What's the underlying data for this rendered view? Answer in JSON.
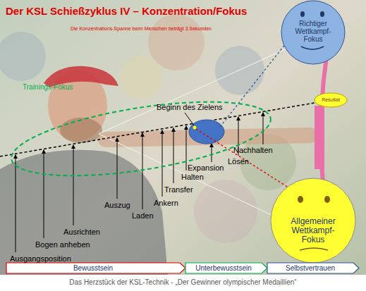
{
  "diagram": {
    "title": "Der KSL Schießzyklus IV – Konzentration/Fokus",
    "caption": "Das Herzstück der KSL-Technik - „Der Gewinner olympischer Medaillien“",
    "nodes": [
      {
        "text": [
          "Richtiger Wettkampf-Fokus"
        ]
      },
      {
        "text": [
          "Trainings-Fokus"
        ]
      },
      {
        "text": [
          "Resultat"
        ]
      },
      {
        "text": [
          "Allgemeiner Wettkampf-Fokus"
        ]
      },
      {
        "text": [
          "Bewusstsein"
        ]
      },
      {
        "text": [
          "Unterbewusstsein"
        ]
      },
      {
        "text": [
          "Selbstvertrauen"
        ]
      }
    ],
    "labels": [
      "Die Konzentrations-Spanne beim Menschen beträgt 3 Sekunden",
      "Beginn des Zielens",
      "Nachhalten",
      "Lösen",
      "Expansion",
      "Halten",
      "Transfer",
      "Ankern",
      "Laden",
      "Auszug",
      "Ausrichten",
      "Bogen anheben",
      "Ausgangsposition"
    ]
  }
}
